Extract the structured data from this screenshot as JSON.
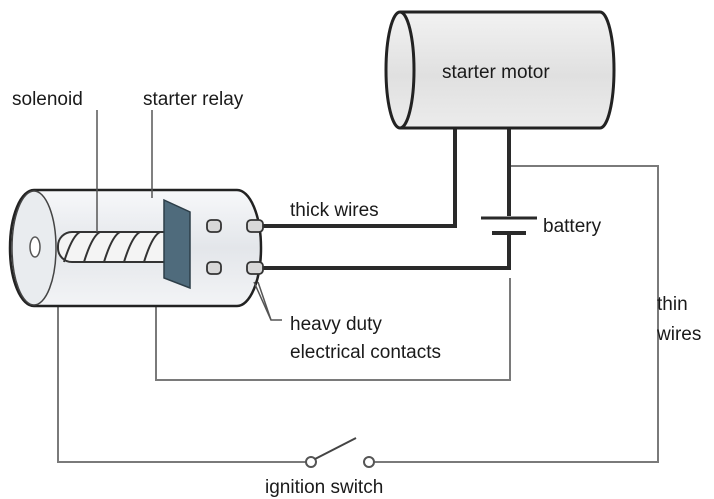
{
  "labels": {
    "starter_motor": "starter motor",
    "solenoid": "solenoid",
    "starter_relay": "starter relay",
    "thick_wires": "thick wires",
    "battery": "battery",
    "thin_wires_line1": "thin",
    "thin_wires_line2": "wires",
    "contacts_line1": "heavy duty",
    "contacts_line2": "electrical contacts",
    "ignition_switch": "ignition switch"
  },
  "colors": {
    "wire_thick": "#2a2a2a",
    "wire_thin": "#6e6e6e",
    "relay_plate": "#4f6b7c",
    "cylinder_fill": "#eef0f2",
    "motor_fill": "#e6e6e6"
  }
}
